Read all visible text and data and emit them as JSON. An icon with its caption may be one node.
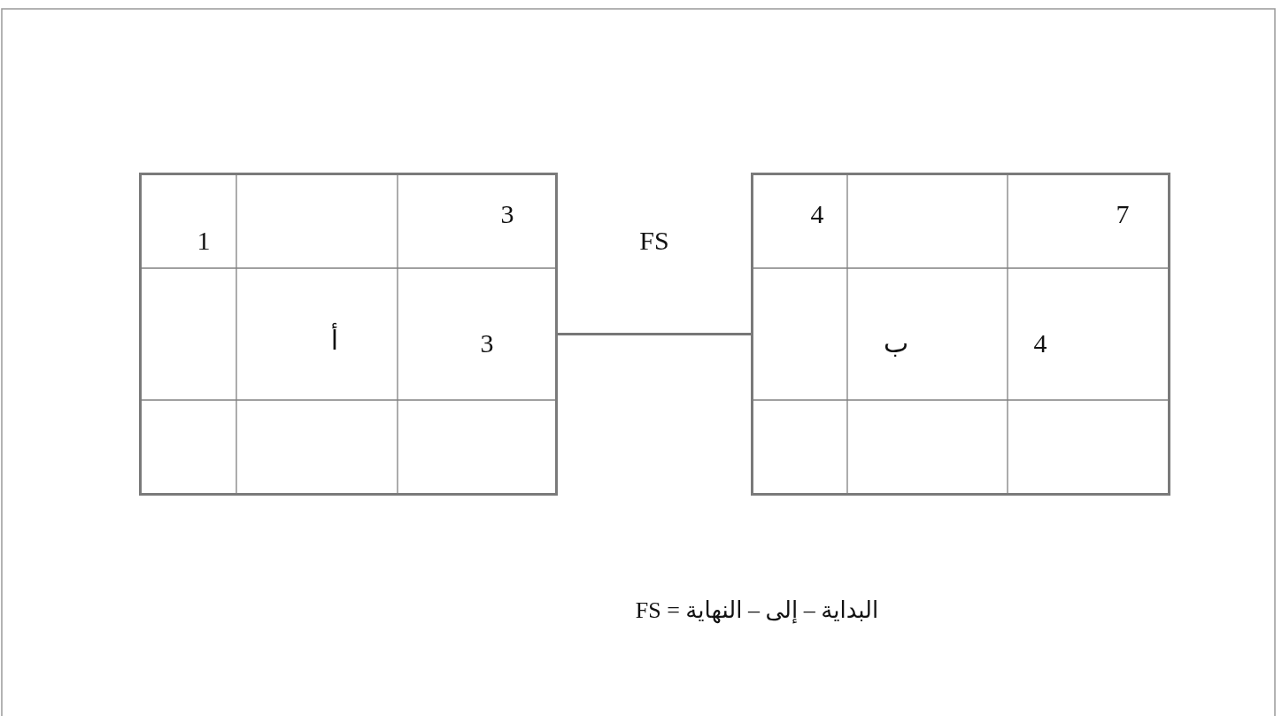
{
  "diagram": {
    "nodes": [
      {
        "text": [
          "1",
          "3",
          "أ",
          "3"
        ]
      },
      {
        "text": [
          "4",
          "7",
          "ب",
          "4"
        ]
      }
    ],
    "edges": [
      {
        "from": 0,
        "to": 1,
        "arrow": "none",
        "label": "FS"
      }
    ],
    "labels": [
      "FS = النهاية – إلى – البداية"
    ]
  }
}
